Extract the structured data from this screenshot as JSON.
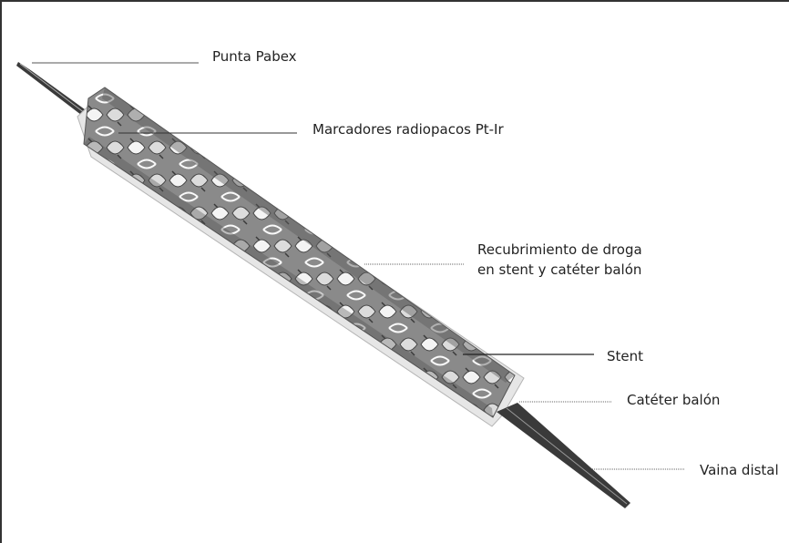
{
  "figure": {
    "labels": {
      "punta": "Punta Pabex",
      "marcadores": "Marcadores radiopacos Pt-Ir",
      "recubrimiento_line1": "Recubrimiento de droga",
      "recubrimiento_line2": "en stent y catéter balón",
      "stent": "Stent",
      "cateter": "Catéter balón",
      "vaina": "Vaina distal"
    }
  }
}
